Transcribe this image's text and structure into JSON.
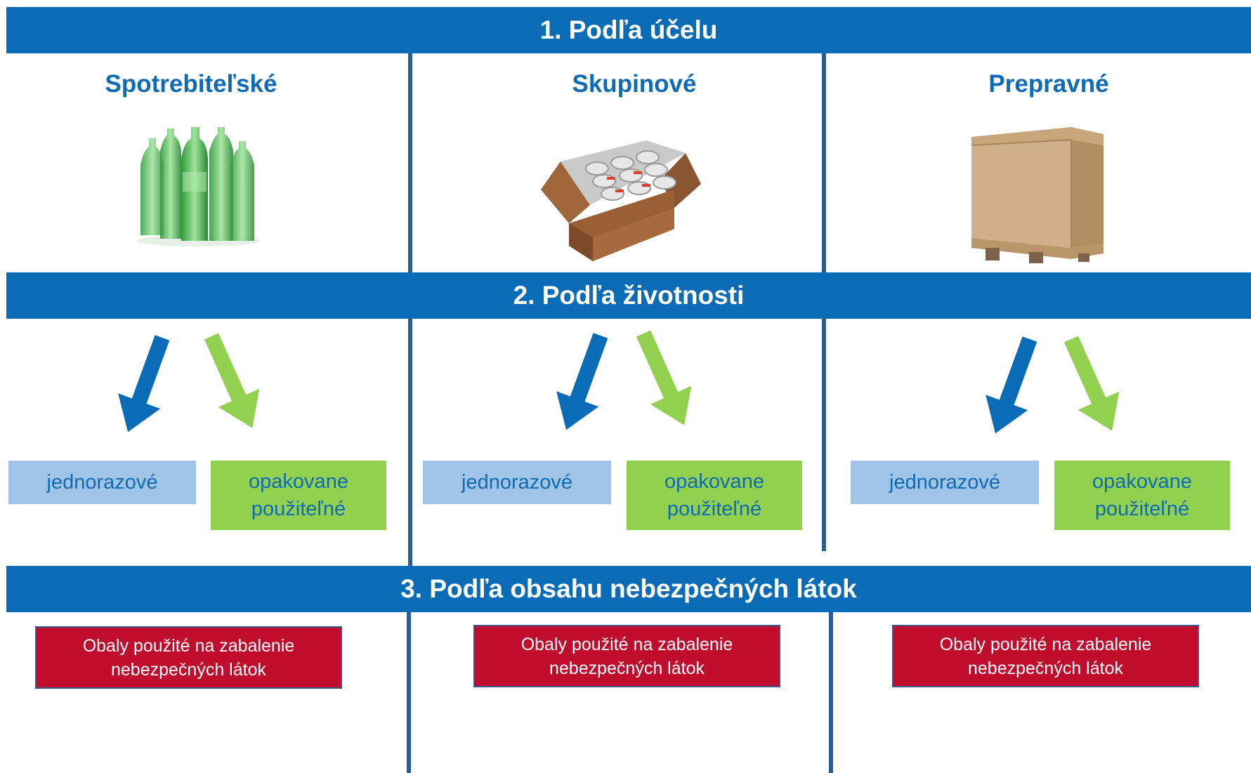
{
  "bands": {
    "purpose": "1. Podľa účelu",
    "lifetime": "2. Podľa životnosti",
    "hazard": "3. Podľa obsahu nebezpečných látok"
  },
  "columns": [
    {
      "title": "Spotrebiteľské",
      "image": "green-bottles-image",
      "single_use": "jednorazové",
      "reusable": "opakovane použiteľné",
      "hazard_box": "Obaly použité na zabalenie nebezpečných látok"
    },
    {
      "title": "Skupinové",
      "image": "box-of-cans-image",
      "single_use": "jednorazové",
      "reusable": "opakovane použiteľné",
      "hazard_box": "Obaly použité na zabalenie nebezpečných látok"
    },
    {
      "title": "Prepravné",
      "image": "pallet-box-image",
      "single_use": "jednorazové",
      "reusable": "opakovane použiteľné",
      "hazard_box": "Obaly použité na zabalenie nebezpečných látok"
    }
  ],
  "colors": {
    "band": "#0a6cb7",
    "title": "#0f6bb4",
    "arrow_blue": "#0a6cb7",
    "arrow_green": "#92d050",
    "single_use_box": "#9fc4e8",
    "reusable_box": "#92d050",
    "hazard_box": "#c00d2e",
    "divider": "#2a5d93"
  }
}
